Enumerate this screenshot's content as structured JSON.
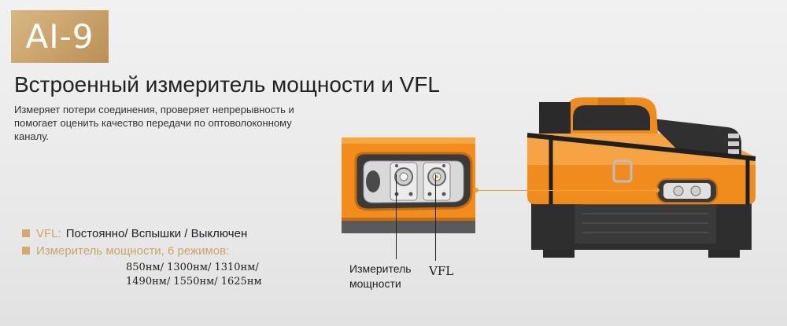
{
  "badge": {
    "text": "AI-9"
  },
  "headline": "Встроенный измеритель мощности и VFL",
  "description": "Измеряет потери соединения, проверяет непрерывность и помогает оценить качество передачи по оптоволоконному каналу.",
  "features": {
    "vfl_key": "VFL:",
    "vfl_value": "Постоянно/ Вспышки / Выключен",
    "pm_key": "Измеритель мощности, 6 режимов:",
    "modes_line1": "850нм/ 1300нм/ 1310нм/",
    "modes_line2": "1490нм/ 1550нм/ 1625нм"
  },
  "labels": {
    "power_meter_line1": "Измеритель",
    "power_meter_line2": "мощности",
    "vfl": "VFL"
  },
  "colors": {
    "accent_gold": "#c9a46c",
    "device_orange": "#f08c1e",
    "device_dark": "#2b2b2b"
  }
}
